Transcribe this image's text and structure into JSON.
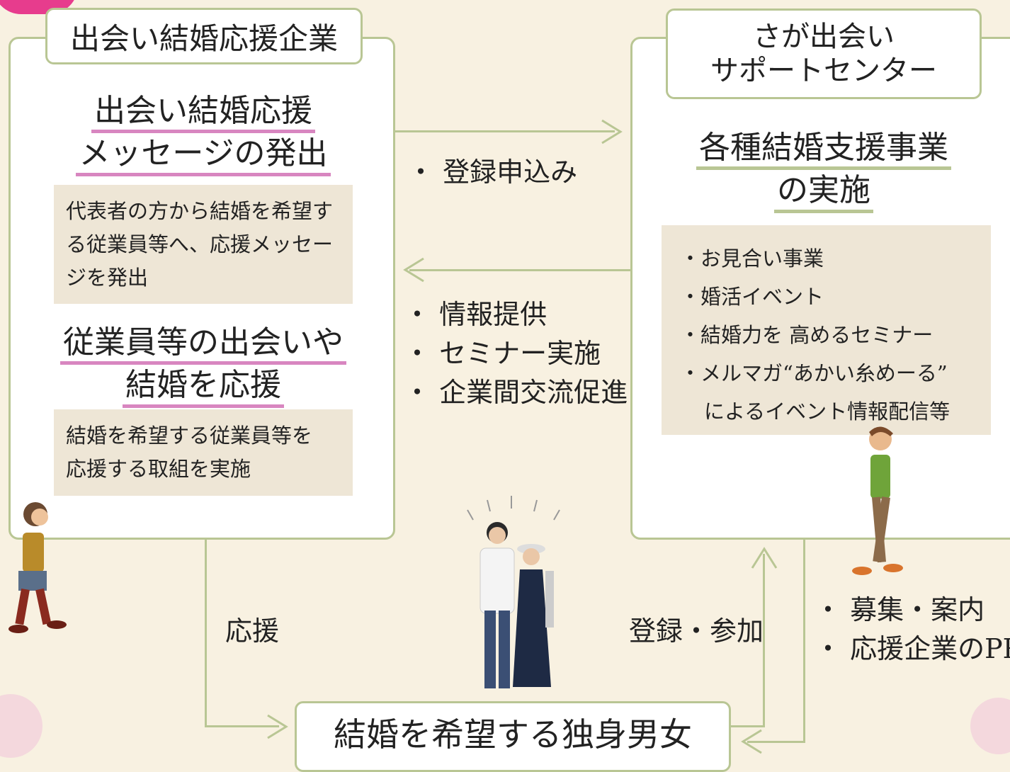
{
  "company": {
    "title": "出会い結婚応援企業",
    "heading1": [
      "出会い結婚応援",
      "メッセージの発出"
    ],
    "note1": [
      "代表者の方から結婚を希望す",
      "る従業員等へ、応援メッセー",
      "ジを発出"
    ],
    "heading2": [
      "従業員等の出会いや",
      "結婚を応援"
    ],
    "note2": [
      "結婚を希望する従業員等を",
      "応援する取組を実施"
    ]
  },
  "center": {
    "title": [
      "さが出会い",
      "サポートセンター"
    ],
    "heading": [
      "各種結婚支援事業",
      "の実施"
    ],
    "items": [
      "・お見合い事業",
      "・婚活イベント",
      "・結婚力を 高めるセミナー",
      "・メルマガ“あかい糸めーる”",
      "によるイベント情報配信等"
    ]
  },
  "arrows": {
    "register": "・ 登録申込み",
    "info": [
      "・ 情報提供",
      "・ セミナー実施",
      "・ 企業間交流促進"
    ],
    "support": "応援",
    "join": "登録・参加",
    "recruit": [
      "・ 募集・案内",
      "・ 応援企業のPR"
    ]
  },
  "singles": {
    "label": "結婚を希望する独身男女"
  },
  "colors": {
    "frame": "#b9c694",
    "accent_pink": "#d886c0",
    "note_bg": "#eee6d6",
    "background": "#f8f1e1"
  }
}
